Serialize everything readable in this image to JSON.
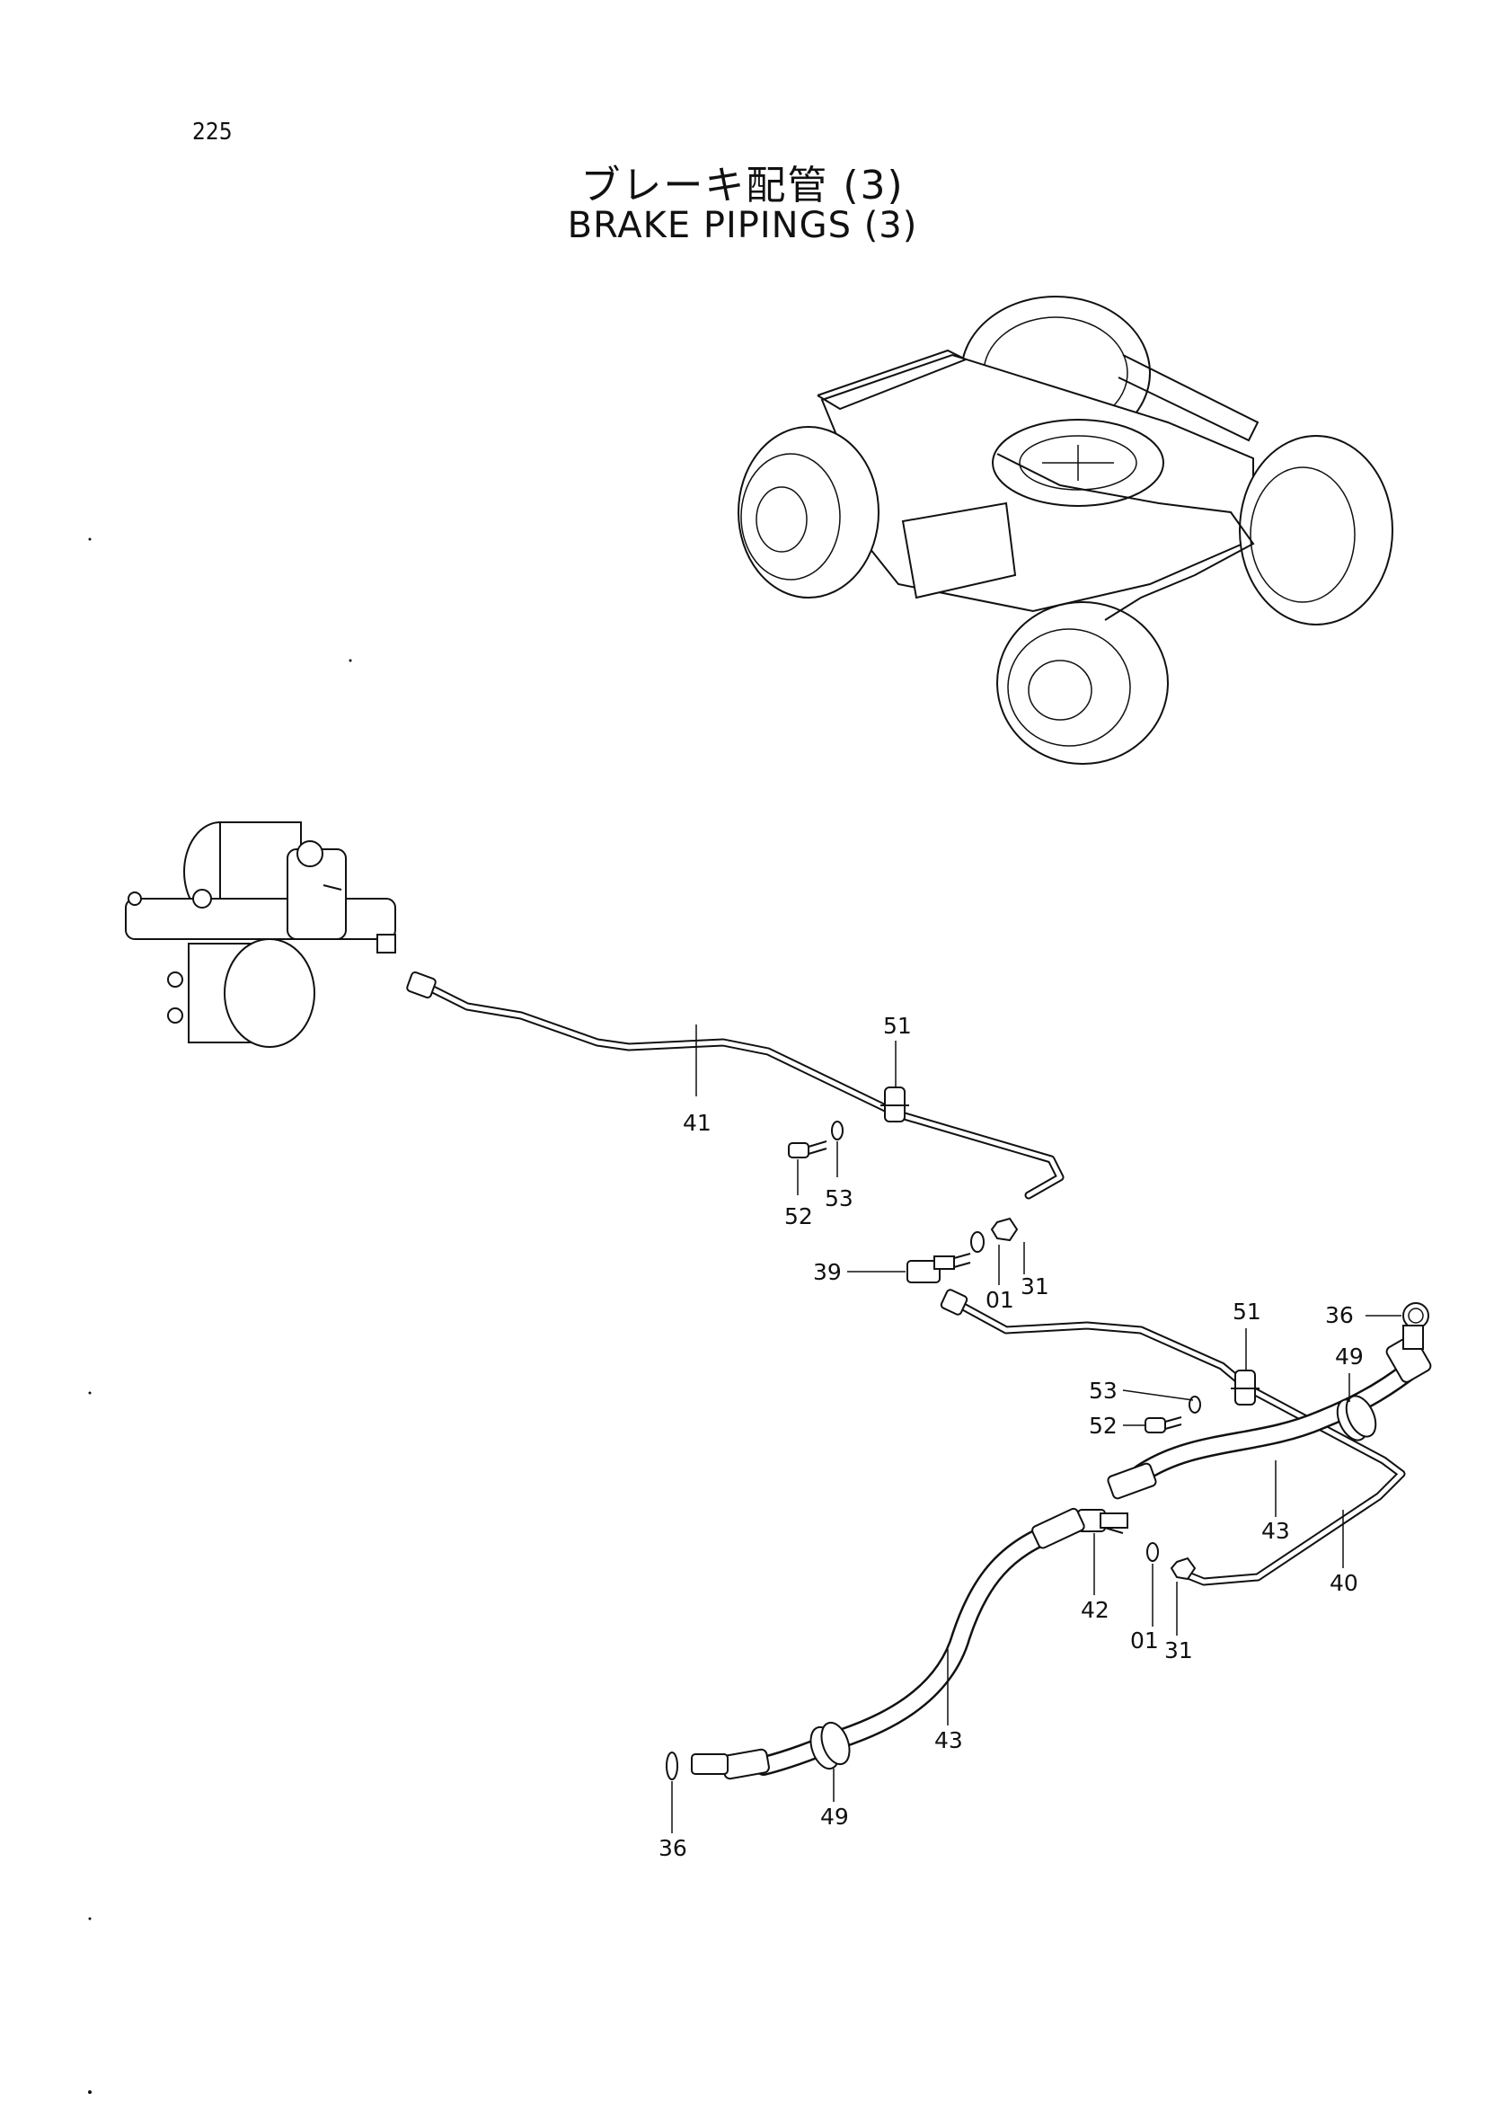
{
  "page": {
    "number": "225"
  },
  "title": {
    "japanese": "ブレーキ配管 (3)",
    "english": "BRAKE PIPINGS (3)"
  },
  "callouts": {
    "c41": "41",
    "c51a": "51",
    "c52a": "52",
    "c53a": "53",
    "c39": "39",
    "c01a": "01",
    "c31a": "31",
    "c51b": "51",
    "c36a": "36",
    "c49a": "49",
    "c53b": "53",
    "c52b": "52",
    "c43a": "43",
    "c42": "42",
    "c01b": "01",
    "c31b": "31",
    "c40": "40",
    "c43b": "43",
    "c49b": "49",
    "c36b": "36"
  }
}
